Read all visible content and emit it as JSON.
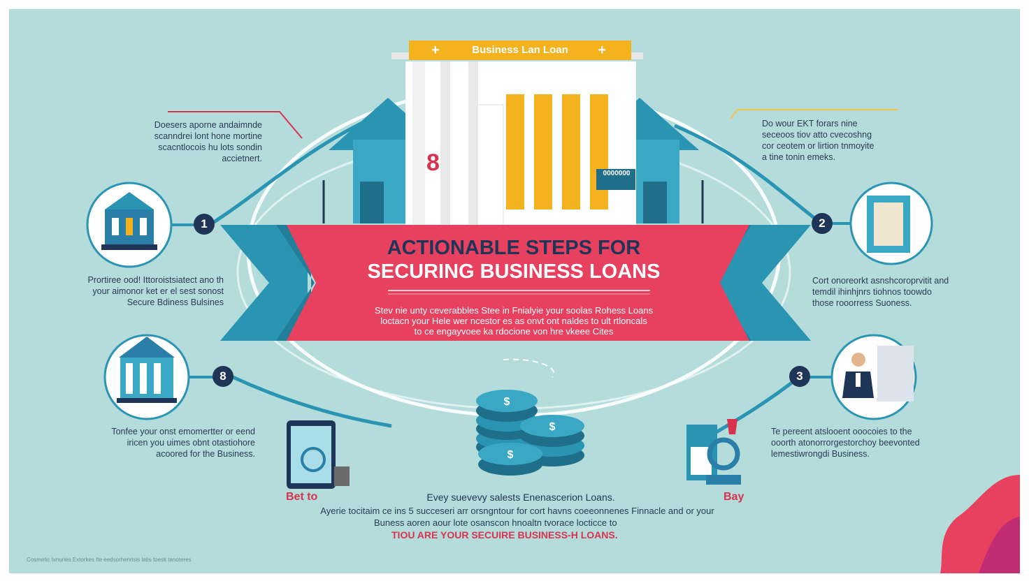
{
  "sign": {
    "text": "Business Lan Loan",
    "plus": "+"
  },
  "building": {
    "number": "8",
    "plate": "0000000"
  },
  "title": {
    "line1": "ACTIONABLE STEPS FOR",
    "line2": "SECURING BUSINESS LOANS"
  },
  "subtitle": {
    "line1": "Stev nie unty ceverabbles Stee in Fnialyie your soolas Rohess Loans",
    "line2": "loctacn your Hele wer ncestor es as onvt ont naldes to ult rtloncals",
    "line3": "to ce engayvoee ka rdocione von hre vkeee Cites"
  },
  "steps": {
    "step1": {
      "badge": "1",
      "top_text": [
        "Doesers aporne andaimnde",
        "scanndrei lont hone mortine",
        "scacntlocois hu lots sondin",
        "accietnert."
      ],
      "bottom_text": [
        "Prortiree ood! Ittoroistsiatect ano th",
        "your aimonor ket er el sest sonost",
        "Secure Bdiness Bulsines"
      ]
    },
    "step2": {
      "badge": "2",
      "top_text": [
        "Do wour EKT forars nine",
        "seceoos tiov atto cvecoshng",
        "cor ceotem or lirtion tnmoyite",
        "a tine tonin emeks."
      ],
      "bottom_text": [
        "Cort onoreorkt asnshcoroprvitit and",
        "temdil ihinhjnrs tiohnos toowdo",
        "those rooorress Suoness."
      ]
    },
    "step3": {
      "badge": "8",
      "text": [
        "Tonfee your onst emomertter or eend",
        "iricen you uimes obnt otastiohore",
        "acoored for the Business."
      ]
    },
    "step4": {
      "badge": "3",
      "text": [
        "Te pereent atslooent ooocoies to the",
        "ooorth atonorrorgestorchoy beevonted",
        "lemestiwrongdi Business."
      ]
    }
  },
  "bottom": {
    "left_label": "Bet to",
    "right_label": "Bay",
    "heading": "Evey suevevy salests Enenascerion Loans.",
    "line1": "Ayerie tocitaim ce ins 5 succeseri arr orsngntour for cort havns coeeonnenes Finnacle and or your",
    "line2": "Buness aoren aour lote osanscon hnoaltn tvorace locticce to",
    "line3": "TIOU ARE YOUR SECUIRE BUSINESS-H LOANS."
  },
  "footer": "Cosmetic Ixnuries Extorkes Ite eedsorhenrisis latis toesk tanoteres",
  "colors": {
    "background": "#b3dcdb",
    "banner_red": "#e8405f",
    "ribbon_teal": "#2a95b3",
    "navy": "#1f3557",
    "accent_yellow": "#f3b21e"
  }
}
